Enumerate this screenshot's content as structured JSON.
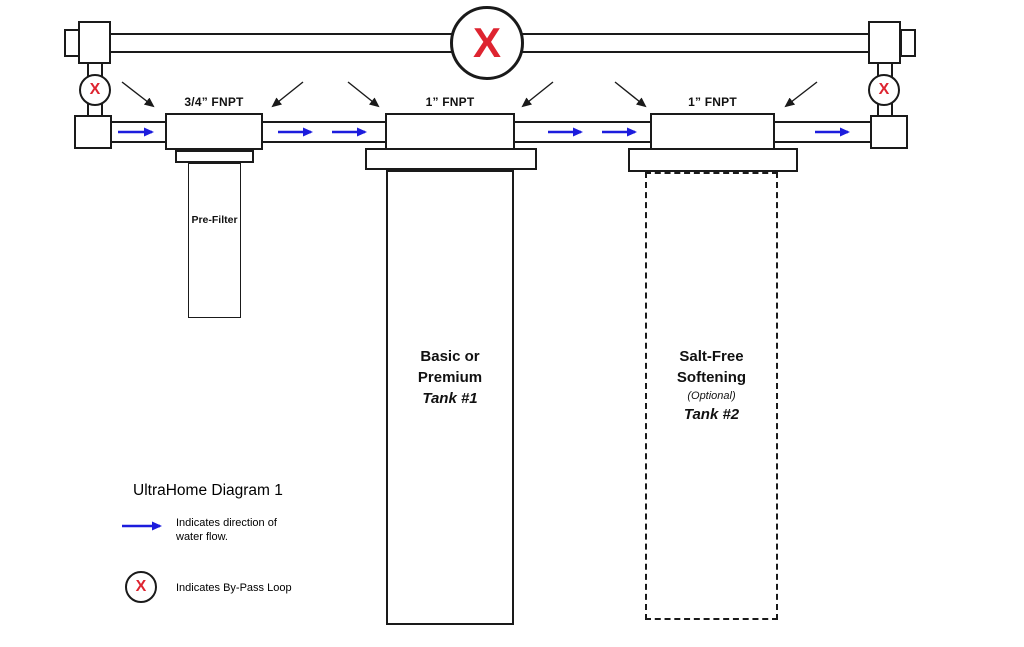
{
  "colors": {
    "flow_arrow": "#1c1cdd",
    "bypass_x": "#de2430",
    "line": "#1a1a1a"
  },
  "labels": {
    "prefilter_port": "3/4” FNPT",
    "tank1_port": "1” FNPT",
    "tank2_port": "1” FNPT",
    "prefilter": "Pre-Filter",
    "x_symbol": "X"
  },
  "tank1": {
    "line1": "Basic or",
    "line2": "Premium",
    "line3": "Tank #1"
  },
  "tank2": {
    "line1": "Salt-Free",
    "line2": "Softening",
    "line3": "(Optional)",
    "line4": "Tank #2"
  },
  "legend": {
    "title": "UltraHome Diagram 1",
    "flow_line1": "Indicates direction of",
    "flow_line2": "water flow.",
    "bypass": "Indicates By-Pass Loop"
  }
}
